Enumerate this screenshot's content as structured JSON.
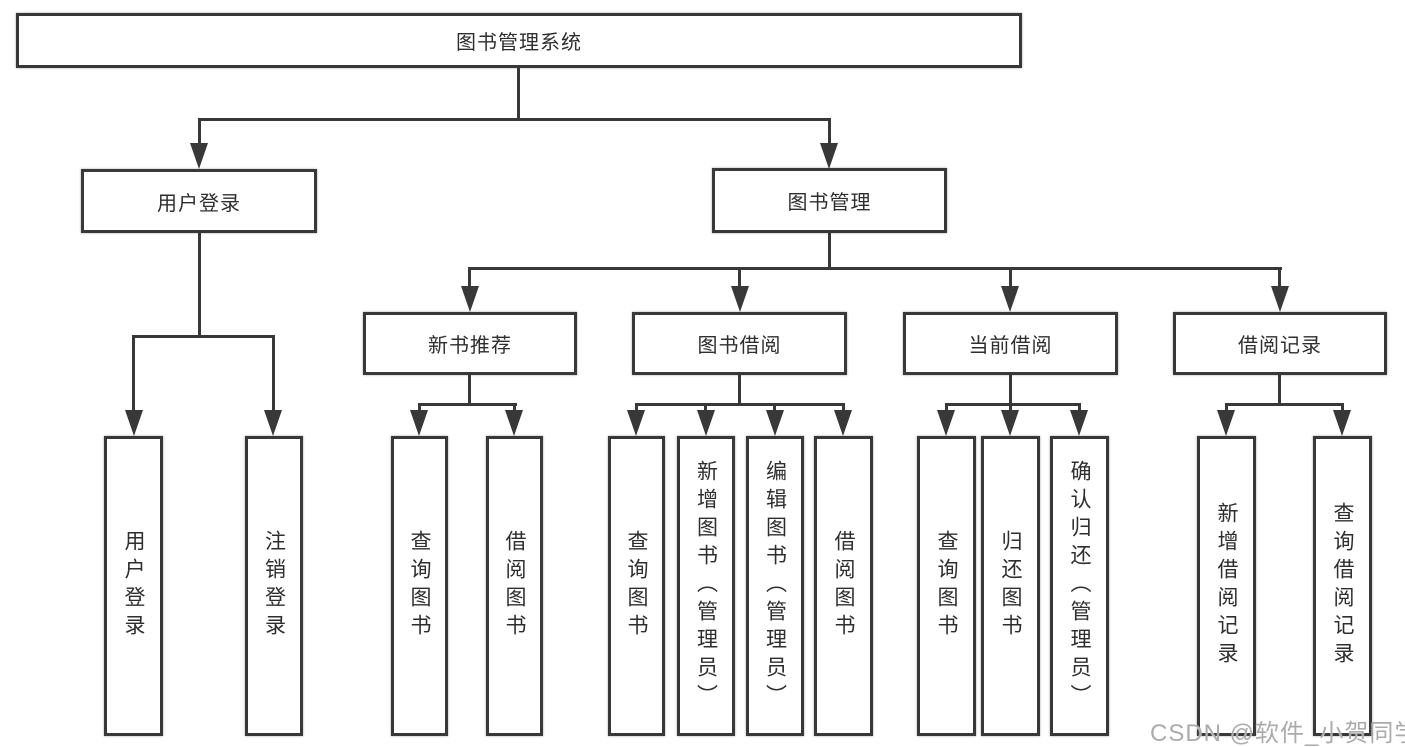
{
  "colors": {
    "line": "#383838",
    "text": "#2e2e2e",
    "node_fill": "#ffffff",
    "watermark": "#ababab",
    "background": "#ffffff"
  },
  "tree": {
    "root": {
      "label": "图书管理系统",
      "children": [
        {
          "label": "用户登录",
          "children": [
            {
              "label": "用户登录"
            },
            {
              "label": "注销登录"
            }
          ]
        },
        {
          "label": "图书管理",
          "children": [
            {
              "label": "新书推荐",
              "children": [
                {
                  "label": "查询图书"
                },
                {
                  "label": "借阅图书"
                }
              ]
            },
            {
              "label": "图书借阅",
              "children": [
                {
                  "label": "查询图书"
                },
                {
                  "label": "新增图书（管理员）"
                },
                {
                  "label": "编辑图书（管理员）"
                },
                {
                  "label": "借阅图书"
                }
              ]
            },
            {
              "label": "当前借阅",
              "children": [
                {
                  "label": "查询图书"
                },
                {
                  "label": "归还图书"
                },
                {
                  "label": "确认归还（管理员）"
                }
              ]
            },
            {
              "label": "借阅记录",
              "children": [
                {
                  "label": "新增借阅记录"
                },
                {
                  "label": "查询借阅记录"
                }
              ]
            }
          ]
        }
      ]
    }
  },
  "watermark": {
    "text": "CSDN @软件_小贺同学"
  }
}
